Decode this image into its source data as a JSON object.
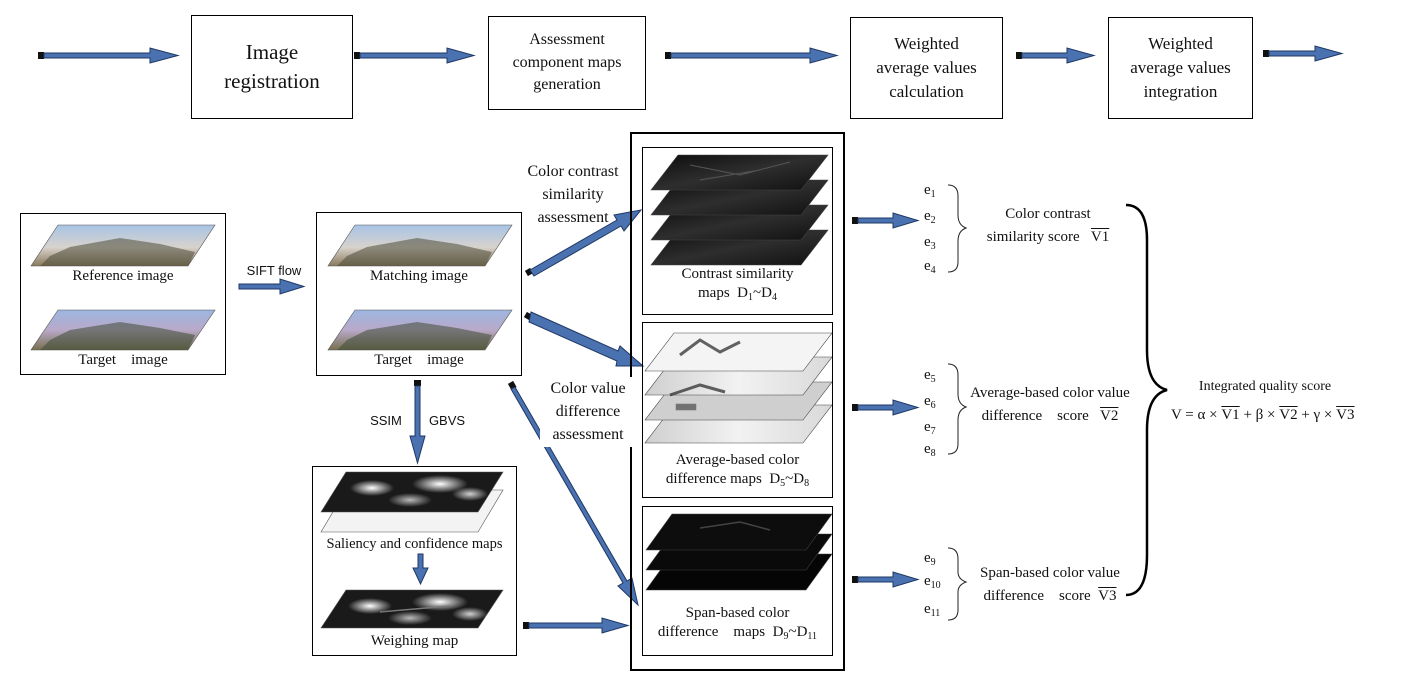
{
  "pipeline": {
    "step1": "Image\nregistration",
    "step2": "Assessment\ncomponent maps\ngeneration",
    "step3": "Weighted\naverage values\ncalculation",
    "step4": "Weighted\naverage values\nintegration"
  },
  "inputs": {
    "reference_label": "Reference image",
    "target_label": "Target    image",
    "sift_label": "SIFT flow",
    "matching_label": "Matching image",
    "target2_label": "Target    image",
    "ssim_label": "SSIM",
    "gbvs_label": "GBVS",
    "saliency_label": "Saliency and confidence maps",
    "weighing_label": "Weighing map"
  },
  "assessments": {
    "contrast": "Color contrast\nsimilarity\nassessment",
    "value": "Color value\ndifference\nassessment"
  },
  "maps": {
    "contrast_line1": "Contrast similarity",
    "contrast_line2": "maps",
    "contrast_range": {
      "a": "D",
      "a_sub": "1",
      "sep": "~",
      "b": "D",
      "b_sub": "4"
    },
    "average_line1": "Average-based color",
    "average_line2": "difference maps",
    "average_range": {
      "a": "D",
      "a_sub": "5",
      "sep": "~",
      "b": "D",
      "b_sub": "8"
    },
    "span_line1": "Span-based color",
    "span_line2": "difference    maps",
    "span_range": {
      "a": "D",
      "a_sub": "9",
      "sep": "~",
      "b": "D",
      "b_sub": "11"
    }
  },
  "weights": {
    "letter": "e",
    "group1": [
      "1",
      "2",
      "3",
      "4"
    ],
    "group2": [
      "5",
      "6",
      "7",
      "8"
    ],
    "group3": [
      "9",
      "10",
      "11"
    ]
  },
  "scores": {
    "contrast_line1": "Color contrast",
    "contrast_line2": "similarity score",
    "contrast_symbol": "V1",
    "average_line1": "Average-based color value",
    "average_line2": "difference    score",
    "average_symbol": "V2",
    "span_line1": "Span-based color value",
    "span_line2": "difference    score",
    "span_symbol": "V3"
  },
  "integration": {
    "title": "Integrated quality score",
    "formula_lhs": "V = α × ",
    "v1": "V1",
    "plus_beta": " + β × ",
    "v2": "V2",
    "plus_gamma": " + γ × ",
    "v3": "V3"
  },
  "colors": {
    "arrow_fill": "#4a72b0",
    "arrow_edge": "#1f3764",
    "line": "#000000"
  }
}
